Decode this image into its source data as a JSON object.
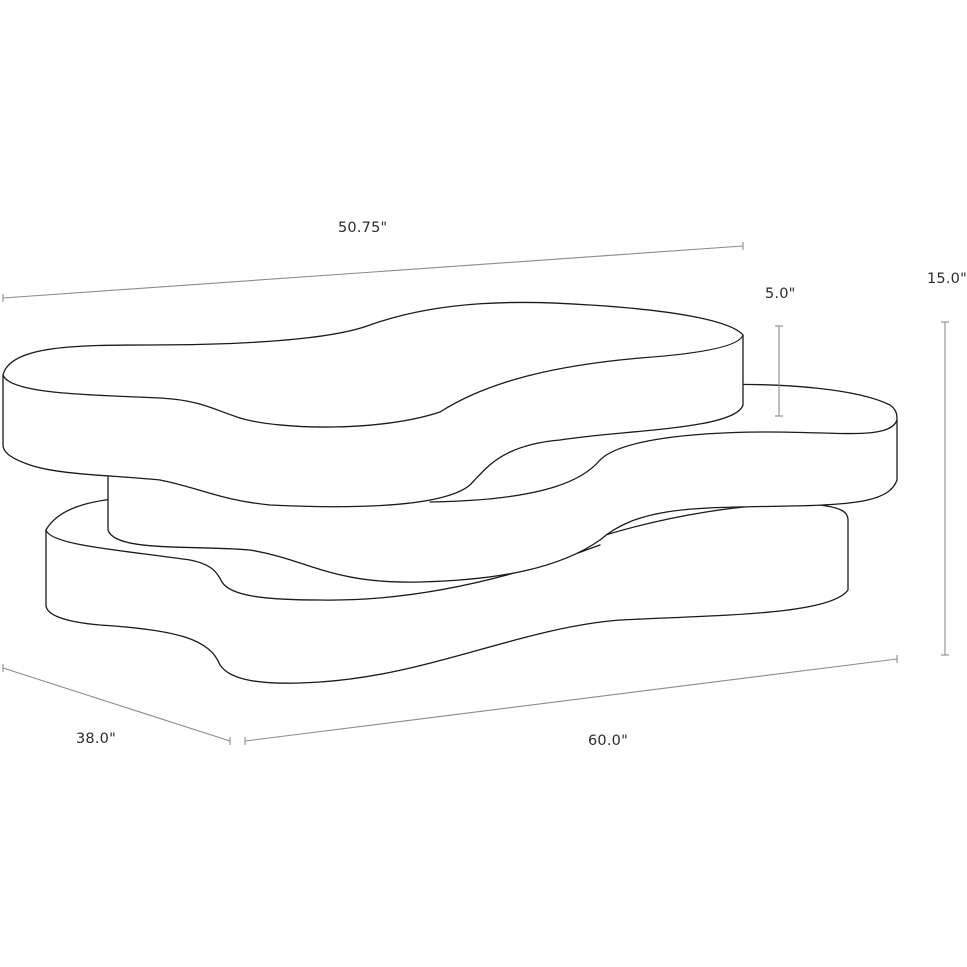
{
  "dimensions": {
    "top_width": "50.75\"",
    "tier_height": "5.0\"",
    "total_height": "15.0\"",
    "depth": "38.0\"",
    "length": "60.0\""
  },
  "colors": {
    "outline": "#1a1a1a",
    "dimension_line": "#8c8c8c",
    "background": "#ffffff"
  }
}
